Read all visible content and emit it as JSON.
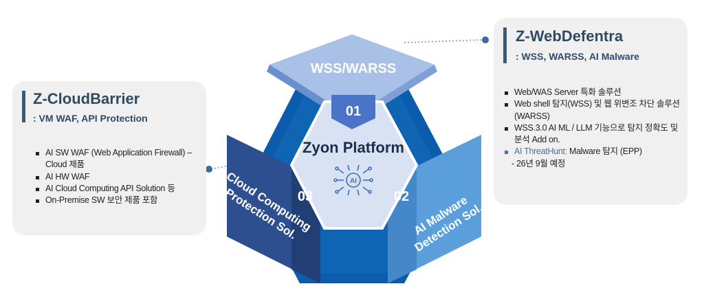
{
  "colors": {
    "hex_dark": "#0b5cad",
    "hex_mid": "#1a72c4",
    "top_face": "#a9c1e6",
    "top_face_dark": "#7f9fd6",
    "left_band": "#2e4f8f",
    "right_band": "#5a9fdc",
    "center_fill": "#d9e2f2",
    "panel_bg": "#f0f0f0",
    "panel_text": "#2f4a63",
    "accent": "#4472a8"
  },
  "diagram": {
    "top_label": "WSS/WARSS",
    "center_title": "Zyon Platform",
    "center_icon_label": "AI",
    "num_01": "01",
    "num_02": "02",
    "num_03": "03",
    "left_band_line1": "Cloud Computing",
    "left_band_line2": "Protection Sol.",
    "right_band_line1": "AI Malware",
    "right_band_line2": "Detection Sol."
  },
  "left_panel": {
    "title": "Z-CloudBarrier",
    "subtitle": ": VM WAF, API Protection",
    "items": [
      "AI SW WAF (Web Application Firewall) – Cloud 제품",
      "AI HW WAF",
      "AI Cloud Computing API Solution 등",
      "On-Premise SW 보안 제품 포함"
    ]
  },
  "right_panel": {
    "title": "Z-WebDefentra",
    "subtitle": ": WSS, WARSS, AI Malware",
    "items": [
      "Web/WAS Server 특화 솔루션",
      "Web shell 탐지(WSS) 및 웹 위변조 차단 솔루션(WARSS)",
      "WSS.3.0 AI ML / LLM 기능으로 탐지 정확도 및 분석 Add on."
    ],
    "highlight_label": "AI ThreatHunt:",
    "highlight_text": " Malware 탐지 (EPP)",
    "highlight_note": "- 26년 9월 예정"
  }
}
